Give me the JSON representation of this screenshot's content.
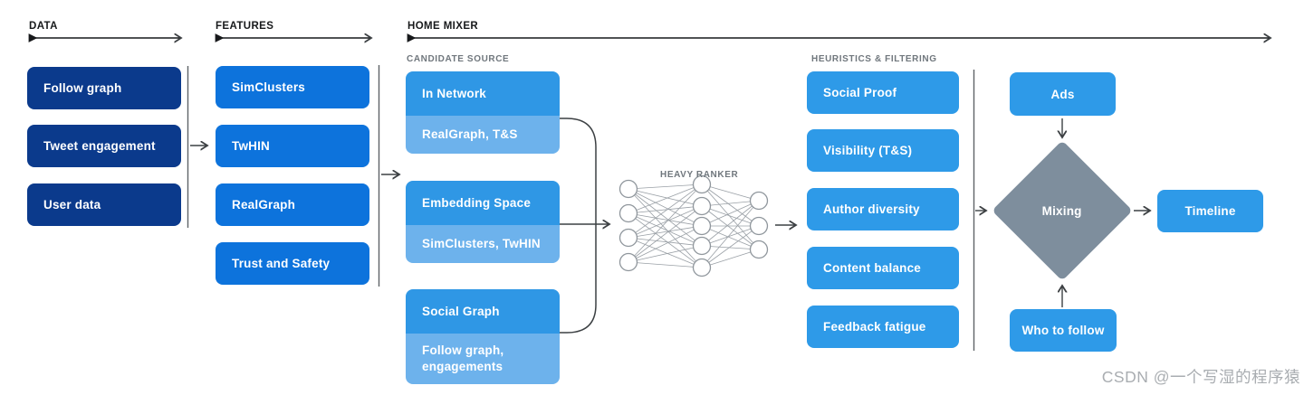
{
  "watermark": "CSDN @一个写湿的程序猿",
  "colors": {
    "data_box": "#0b3a8c",
    "feature_box": "#0d73dc",
    "candidate_title": "#2f97e5",
    "candidate_subtitle": "#6db2ec",
    "filter_box": "#2e9ae8",
    "mixing_diamond": "#7e8e9d",
    "connector_line": "#3c4043",
    "section_label_gray": "#70777d"
  },
  "sections": {
    "data": {
      "label": "DATA",
      "items": [
        "Follow graph",
        "Tweet engagement",
        "User data"
      ]
    },
    "features": {
      "label": "FEATURES",
      "items": [
        "SimClusters",
        "TwHIN",
        "RealGraph",
        "Trust and Safety"
      ]
    },
    "home_mixer": {
      "label": "HOME MIXER"
    },
    "candidate_source": {
      "label": "CANDIDATE SOURCE",
      "groups": [
        {
          "title": "In Network",
          "subtitle": "RealGraph, T&S"
        },
        {
          "title": "Embedding Space",
          "subtitle": "SimClusters, TwHIN"
        },
        {
          "title": "Social Graph",
          "subtitle": "Follow graph, engagements"
        }
      ]
    },
    "heavy_ranker": {
      "label": "HEAVY RANKER"
    },
    "heuristics": {
      "label": "HEURISTICS & FILTERING",
      "items": [
        "Social Proof",
        "Visibility (T&S)",
        "Author diversity",
        "Content balance",
        "Feedback fatigue"
      ]
    },
    "mixing": {
      "ads": "Ads",
      "diamond": "Mixing",
      "who_to_follow": "Who to follow",
      "timeline": "Timeline"
    }
  }
}
